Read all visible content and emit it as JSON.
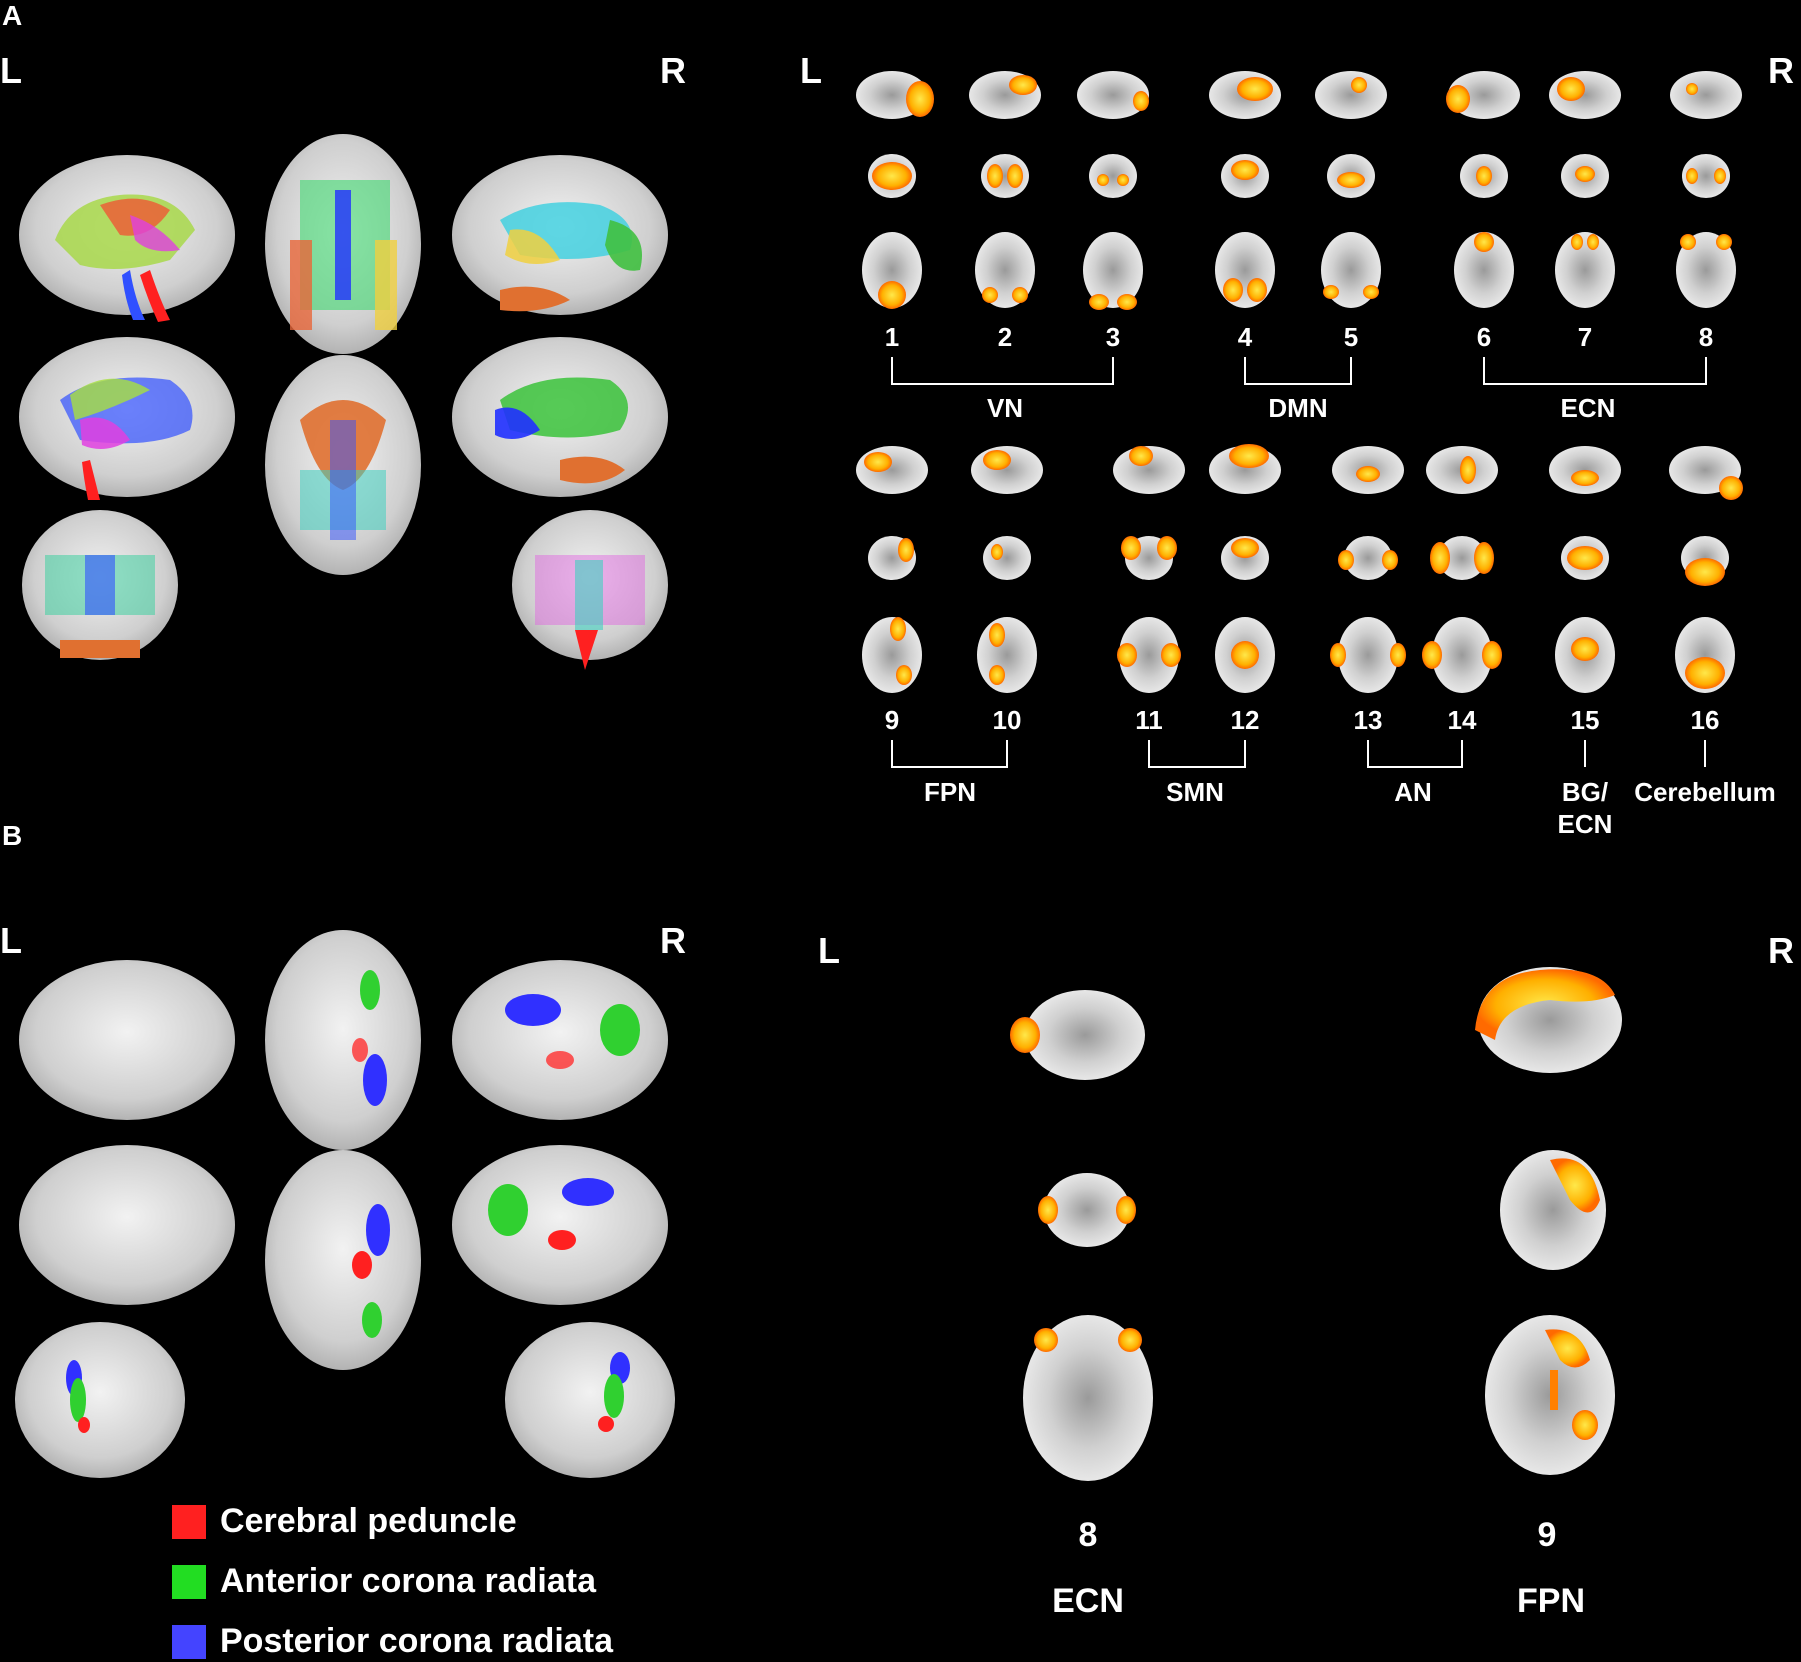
{
  "panels": {
    "a": "A",
    "b": "B"
  },
  "sides": {
    "left": "L",
    "right": "R"
  },
  "components": [
    "1",
    "2",
    "3",
    "4",
    "5",
    "6",
    "7",
    "8",
    "9",
    "10",
    "11",
    "12",
    "13",
    "14",
    "15",
    "16"
  ],
  "networks": {
    "vn": "VN",
    "dmn": "DMN",
    "ecn": "ECN",
    "fpn": "FPN",
    "smn": "SMN",
    "an": "AN",
    "bg_ecn_line1": "BG/",
    "bg_ecn_line2": "ECN",
    "cerebellum": "Cerebellum"
  },
  "panel_b": {
    "component_left": "8",
    "network_left": "ECN",
    "component_right": "9",
    "network_right": "FPN"
  },
  "legend": [
    {
      "label": "Cerebral peduncle",
      "color": "#ff2020"
    },
    {
      "label": "Anterior corona radiata",
      "color": "#22dd22"
    },
    {
      "label": "Posterior corona radiata",
      "color": "#4444ff"
    }
  ],
  "colors": {
    "brain": "#d9d9d9",
    "activation": "#ffb000",
    "activation_core": "#ffe040"
  }
}
